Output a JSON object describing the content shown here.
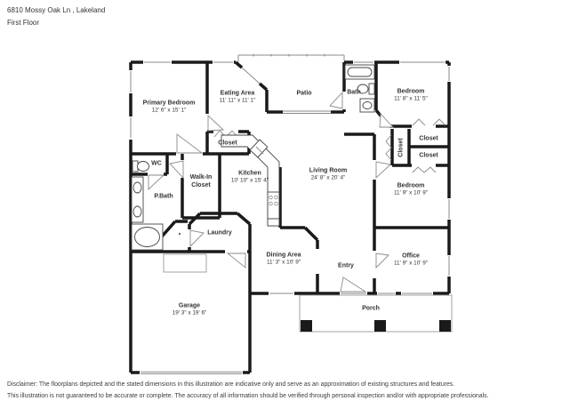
{
  "header": {
    "address": "6810 Mossy Oak Ln , Lakeland",
    "floor_label": "First Floor"
  },
  "rooms": [
    {
      "name": "Primary Bedroom",
      "dims": "12' 6\" x 15' 1\""
    },
    {
      "name": "Eating Area",
      "dims": "11' 11\" x 11' 1\""
    },
    {
      "name": "Patio"
    },
    {
      "name": "Bath"
    },
    {
      "name": "Bedroom",
      "dims": "11' 8\" x 11' 5\""
    },
    {
      "name": "Closet"
    },
    {
      "name": "Closet"
    },
    {
      "name": "Closet"
    },
    {
      "name": "Closet"
    },
    {
      "name": "WC"
    },
    {
      "name": "Walk-In Closet"
    },
    {
      "name": "P.Bath"
    },
    {
      "name": "Kitchen",
      "dims": "10' 10\" x 15' 4\""
    },
    {
      "name": "Living Room",
      "dims": "24' 8\" x 20' 4\""
    },
    {
      "name": "Laundry"
    },
    {
      "name": "Bedroom",
      "dims": "11' 9\" x 10' 9\""
    },
    {
      "name": "Office",
      "dims": "11' 9\" x 10' 9\""
    },
    {
      "name": "Dining Area",
      "dims": "11' 3\" x 10' 9\""
    },
    {
      "name": "Entry"
    },
    {
      "name": "Garage",
      "dims": "19' 3\" x 19' 6\""
    },
    {
      "name": "Porch"
    }
  ],
  "footer": {
    "line1": "Disclaimer: The floorplans depicted and the stated dimensions in this illustration are indicative only and serve as an approximation of existing structures and features.",
    "line2": "This illustration is not guaranteed to be accurate or complete. The accuracy of all information should be verified through personal inspection and/or with appropriate professionals."
  },
  "colors": {
    "wall": "#1a1a1a",
    "thin_line": "#8a8a8a",
    "text": "#333333"
  }
}
